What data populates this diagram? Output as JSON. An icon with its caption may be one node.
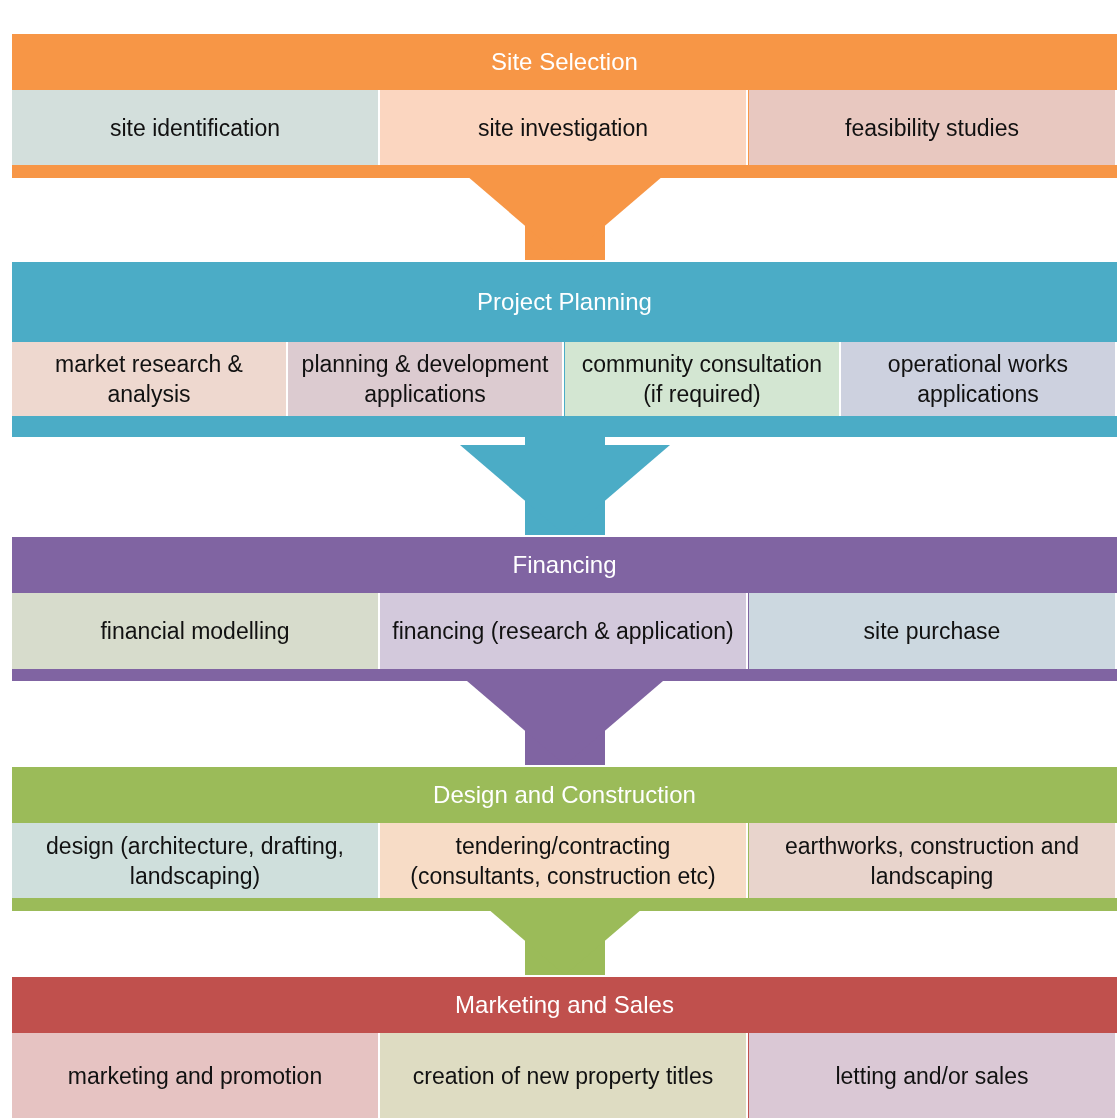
{
  "diagram": {
    "nodes": [
      {
        "text": [
          "Site Selection"
        ]
      },
      {
        "text": [
          "site identification"
        ],
        "in": 0
      },
      {
        "text": [
          "site investigation"
        ],
        "in": 0
      },
      {
        "text": [
          "feasibility studies"
        ],
        "in": 0
      },
      {
        "text": [
          "Project Planning"
        ]
      },
      {
        "text": [
          "market research & analysis"
        ],
        "in": 4
      },
      {
        "text": [
          "planning & development applications"
        ],
        "in": 4
      },
      {
        "text": [
          "community consultation (if required)"
        ],
        "in": 4
      },
      {
        "text": [
          "operational works applications"
        ],
        "in": 4
      },
      {
        "text": [
          "Financing"
        ]
      },
      {
        "text": [
          "financial modelling"
        ],
        "in": 9
      },
      {
        "text": [
          "financing (research & application)"
        ],
        "in": 9
      },
      {
        "text": [
          "site purchase"
        ],
        "in": 9
      },
      {
        "text": [
          "Design and Construction"
        ]
      },
      {
        "text": [
          "design (architecture, drafting, landscaping)"
        ],
        "in": 13
      },
      {
        "text": [
          "tendering/contracting (consultants, construction etc)"
        ],
        "in": 13
      },
      {
        "text": [
          "earthworks, construction and landscaping"
        ],
        "in": 13
      },
      {
        "text": [
          "Marketing and Sales"
        ]
      },
      {
        "text": [
          "marketing and promotion"
        ],
        "in": 17
      },
      {
        "text": [
          "creation of new property titles"
        ],
        "in": 17
      },
      {
        "text": [
          "letting and/or sales"
        ],
        "in": 17
      }
    ],
    "edges": [
      {
        "from": 0,
        "to": 4,
        "arrow": "to",
        "color": "#f79646"
      },
      {
        "from": 4,
        "to": 9,
        "arrow": "to",
        "color": "#4bacc6"
      },
      {
        "from": 9,
        "to": 13,
        "arrow": "to",
        "color": "#8064a2"
      },
      {
        "from": 13,
        "to": 17,
        "arrow": "to",
        "color": "#9bbb59"
      }
    ]
  }
}
